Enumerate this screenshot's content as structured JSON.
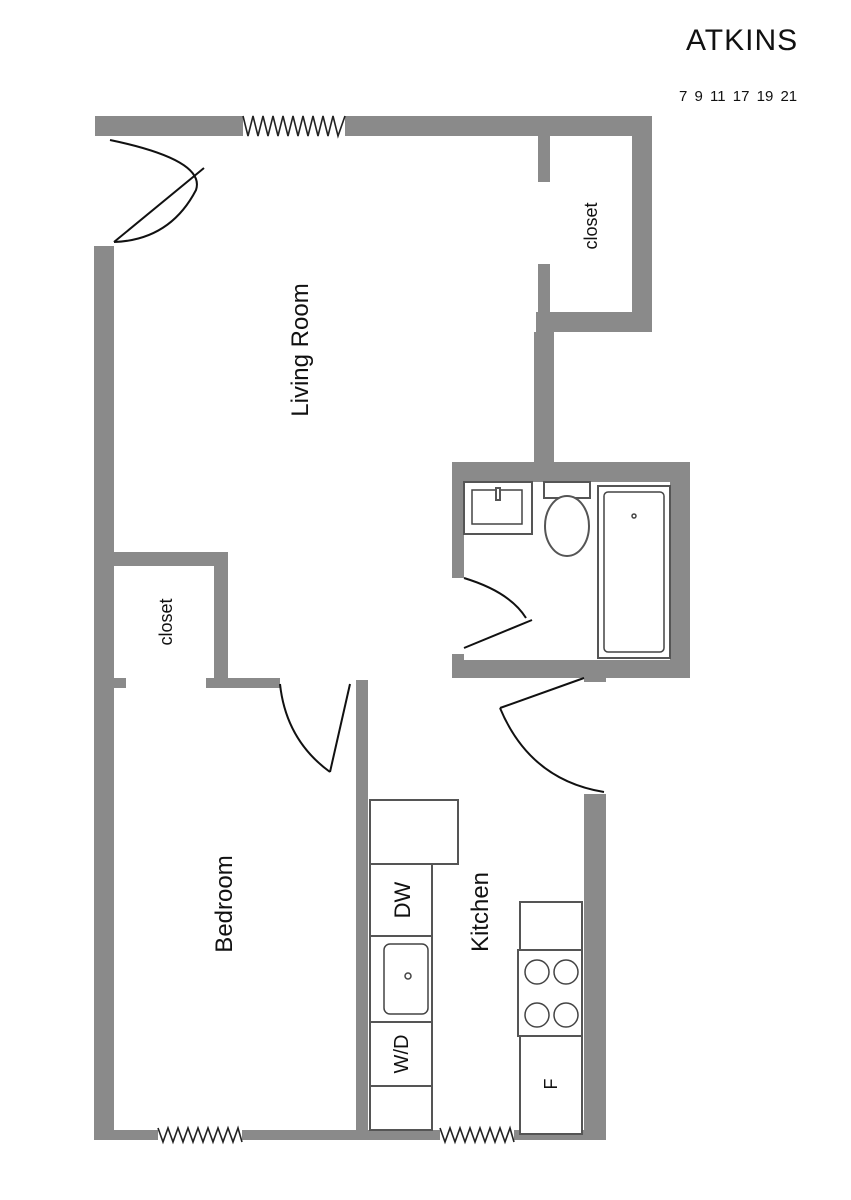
{
  "header": {
    "building": "ATKINS",
    "units": "7 9 11 17 19 21"
  },
  "rooms": {
    "living_room": "Living Room",
    "closet_top": "closet",
    "closet_left": "closet",
    "bedroom": "Bedroom",
    "kitchen": "Kitchen"
  },
  "appliances": {
    "dishwasher": "DW",
    "washer_dryer": "W/D",
    "fridge": "F"
  }
}
